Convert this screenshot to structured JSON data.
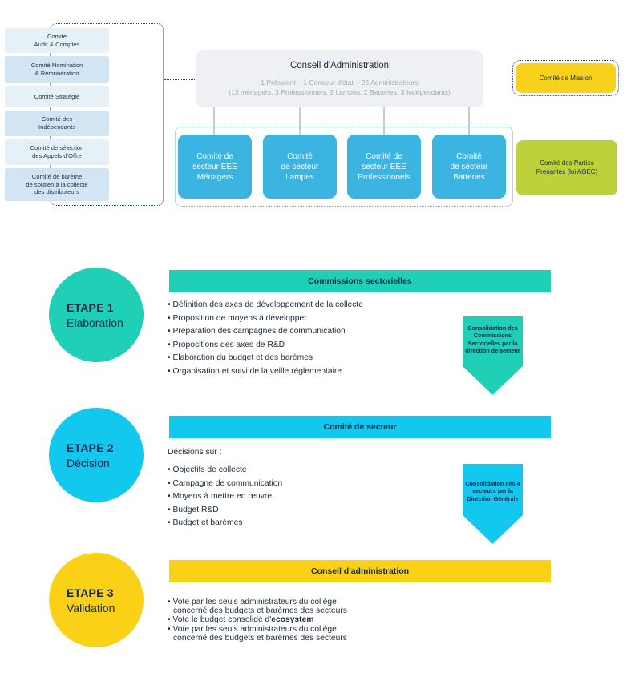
{
  "org_chart": {
    "committees": [
      {
        "label": "Comité\nAudit & Comptes"
      },
      {
        "label": "Comité Nomination\n& Rémunération"
      },
      {
        "label": "Comité Stratégie"
      },
      {
        "label": "Comité des\nIndépendants"
      },
      {
        "label": "Comité de sélection\ndes Appels d'Offre"
      },
      {
        "label": "Comité de barème\nde soutien à la collecte\ndes distributeurs"
      }
    ],
    "board": {
      "title": "Conseil d'Administration",
      "subtitle": "1 Président – 1 Censeur d'état – 23 Administrateurs\n(13 ménagers, 3 Professionnels, 2 Lampes, 2 Batteries, 3 Indépendants)"
    },
    "sector_committees": [
      {
        "label": "Comité de\nsecteur EEE\nMénagers"
      },
      {
        "label": "Comité\nde secteur\nLampes"
      },
      {
        "label": "Comité de\nsecteur EEE\nProfessionnels"
      },
      {
        "label": "Comité\nde secteur\nBatteries"
      }
    ],
    "mission": {
      "label": "Comité de Mission"
    },
    "stakeholders": {
      "label": "Comité des Parties\nPrenantes (loi AGEC)"
    },
    "colors": {
      "committee_light": "#e6f0f7",
      "committee_blue": "#d1e5f2",
      "sector": "#3bb4e2",
      "mission": "#f7d11b",
      "stakeholders": "#bcd13a"
    }
  },
  "steps": [
    {
      "number": "ETAPE 1",
      "name": "Elaboration",
      "banner": "Commissions sectorielles",
      "color": "#1fcfb6",
      "bullets": [
        "Définition des axes de développement de la collecte",
        "Proposition de moyens à développer",
        "Préparation des campagnes de communication",
        "Propositions des axes de R&D",
        "Elaboration du budget et des barèmes",
        "Organisation et suivi de la veille réglementaire"
      ],
      "arrow_text": "Consolidation\ndes Commissions\nSectorielles\npar la direction\nde secteur"
    },
    {
      "number": "ETAPE 2",
      "name": "Décision",
      "banner": "Comité de secteur",
      "color": "#12c8ef",
      "intro": "Décisions sur :",
      "bullets": [
        "Objectifs de collecte",
        "Campagne de communication",
        "Moyens à mettre en œuvre",
        "Budget R&D",
        "Budget et barèmes"
      ],
      "arrow_text": "Consolidation\ndes 4 secteurs\npar la Direction\nGénérale"
    },
    {
      "number": "ETAPE 3",
      "name": "Validation",
      "banner": "Conseil d'administration",
      "color": "#fbd117",
      "bullets": [
        {
          "lines": [
            "Vote par les seuls administrateurs du collège",
            "concerné des budgets et barèmes des secteurs"
          ]
        },
        {
          "prefix": "Vote le budget consolidé d'",
          "brand": "ecosystem",
          "lines": []
        },
        {
          "lines": [
            "Vote par les seuls administrateurs du collège",
            "concerné des budgets et barèmes des secteurs"
          ]
        }
      ]
    }
  ]
}
